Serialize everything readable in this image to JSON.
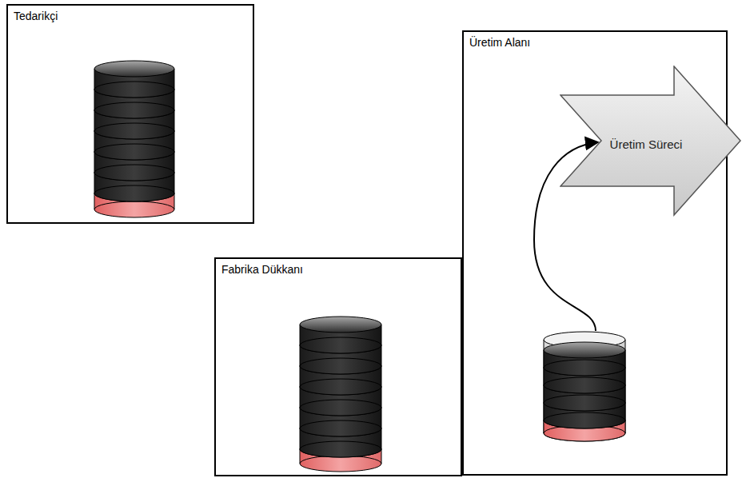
{
  "diagram": {
    "nodes": [
      {
        "text": [
          "Tedarikçi"
        ]
      },
      {
        "text": [
          "Fabrika Dükkanı"
        ]
      },
      {
        "text": [
          "Üretim Alanı"
        ]
      },
      {
        "text": [
          "Üretim Süreci"
        ],
        "in": 2
      }
    ]
  }
}
